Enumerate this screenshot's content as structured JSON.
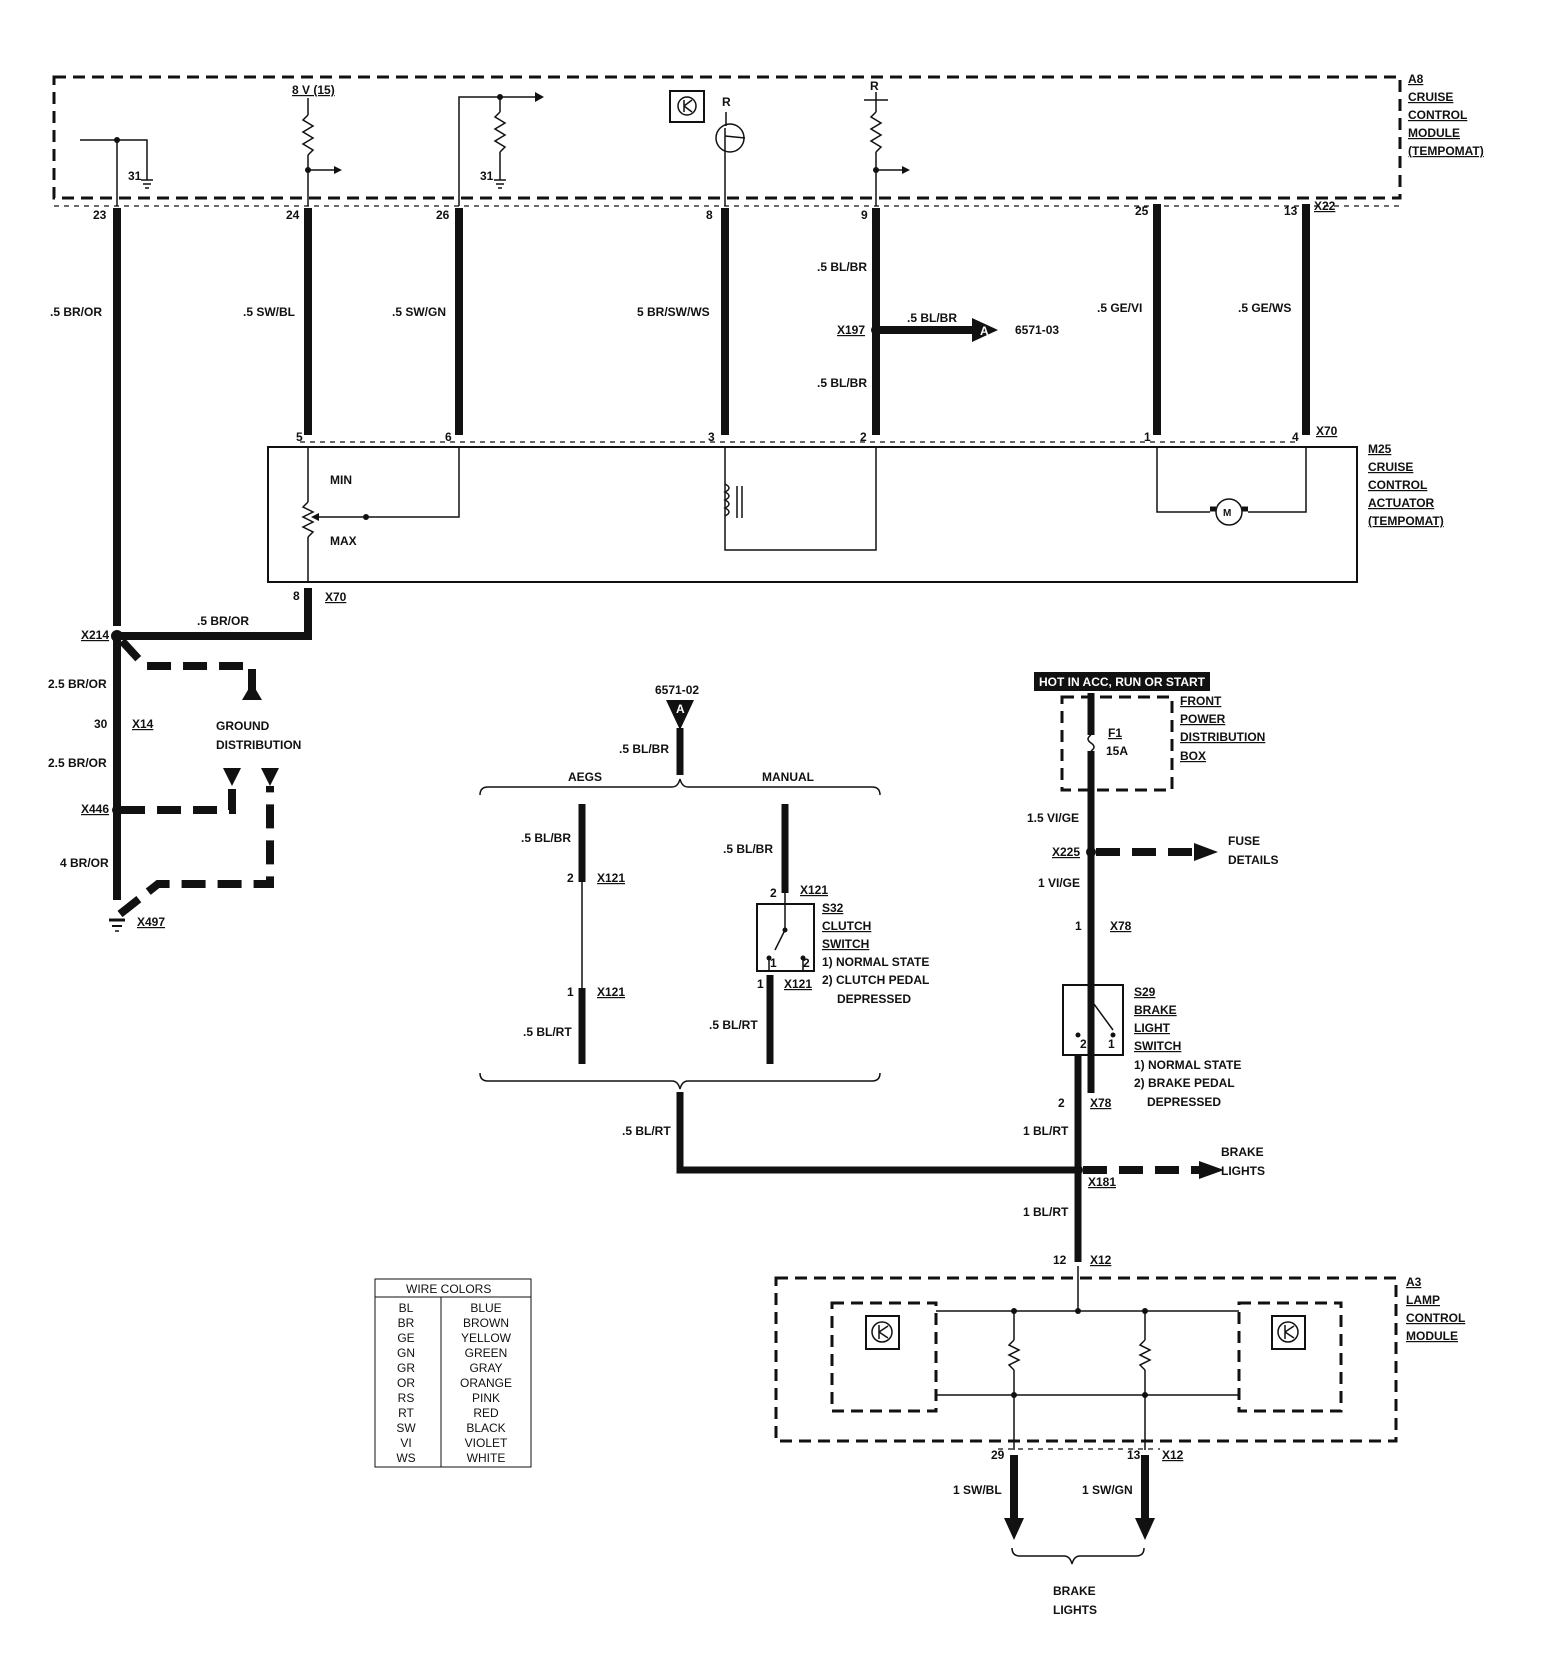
{
  "modules": {
    "a8": {
      "lines": [
        "A8",
        "CRUISE",
        "CONTROL",
        "MODULE",
        "(TEMPOMAT)"
      ]
    },
    "m25": {
      "lines": [
        "M25",
        "CRUISE",
        "CONTROL",
        "ACTUATOR",
        "(TEMPOMAT)"
      ],
      "min": "MIN",
      "max": "MAX"
    },
    "a3": {
      "lines": [
        "A3",
        "LAMP",
        "CONTROL",
        "MODULE"
      ]
    },
    "front_box": {
      "lines": [
        "FRONT",
        "POWER",
        "DISTRIBUTION",
        "BOX"
      ],
      "fuse_name": "F1",
      "fuse_rating": "15A"
    },
    "s32": {
      "lines": [
        "S32",
        "CLUTCH",
        "SWITCH"
      ],
      "notes": [
        "1) NORMAL STATE",
        "2) CLUTCH PEDAL",
        "DEPRESSED"
      ]
    },
    "s29": {
      "lines": [
        "S29",
        "BRAKE",
        "LIGHT",
        "SWITCH"
      ],
      "notes": [
        "1) NORMAL STATE",
        "2) BRAKE PEDAL",
        "DEPRESSED"
      ]
    }
  },
  "a8_internal": {
    "supply": "8 V (15)",
    "r1": "R",
    "r2": "R",
    "gnd1": "31",
    "gnd2": "31"
  },
  "pins": {
    "a8": [
      "23",
      "24",
      "26",
      "8",
      "9",
      "25",
      "13"
    ],
    "m25_top": [
      "5",
      "6",
      "3",
      "2",
      "1",
      "4"
    ],
    "m25_bottom": "8"
  },
  "connectors": {
    "x22": "X22",
    "x70_top": "X70",
    "x70_bottom": "X70",
    "x197": "X197",
    "x214": "X214",
    "x14": "X14",
    "x446": "X446",
    "x497": "X497",
    "x121": "X121",
    "x225": "X225",
    "x78": "X78",
    "x181": "X181",
    "x12": "X12"
  },
  "wires": {
    "w23": ".5 BR/OR",
    "w24": ".5 SW/BL",
    "w26": ".5 SW/GN",
    "w8": "5 BR/SW/WS",
    "w9a": ".5 BL/BR",
    "w9b": ".5 BL/BR",
    "w9h": ".5 BL/BR",
    "w25": ".5 GE/VI",
    "w13": ".5 GE/WS",
    "m25_gnd": ".5 BR/OR",
    "gnd1": "2.5 BR/OR",
    "gnd2": "2.5 BR/OR",
    "gnd3": "4 BR/OR",
    "a_in": ".5 BL/BR",
    "aegs_top": ".5 BL/BR",
    "aegs_bot": ".5 BL/RT",
    "man_top": ".5 BL/BR",
    "man_bot": ".5 BL/RT",
    "sel_out": ".5 BL/RT",
    "fuse_out": "1.5 VI/GE",
    "x225_out": "1 VI/GE",
    "s29_out": "1 BL/RT",
    "x181_out": "1 BL/RT",
    "a3_out1": "1 SW/BL",
    "a3_out2": "1 SW/GN"
  },
  "pin_labels": {
    "x14": "30",
    "aegs_p2": "2",
    "aegs_p1": "1",
    "man_p2": "2",
    "man_p1": "1",
    "s32_1": "1",
    "s32_2": "2",
    "x78_top": "1",
    "x78_bot": "2",
    "s29_2": "2",
    "s29_1": "1",
    "x12_in": "12",
    "a3_p29": "29",
    "a3_p13": "13"
  },
  "refs": {
    "to_a_page": "6571-03",
    "from_a_page": "6571-02",
    "a_letter": "A"
  },
  "labels": {
    "ground_distribution": [
      "GROUND",
      "DISTRIBUTION"
    ],
    "fuse_details": [
      "FUSE",
      "DETAILS"
    ],
    "brake_lights_right": [
      "BRAKE",
      "LIGHTS"
    ],
    "brake_lights_bottom": [
      "BRAKE",
      "LIGHTS"
    ],
    "hot_banner": "HOT IN ACC, RUN OR START",
    "aegs": "AEGS",
    "manual": "MANUAL"
  },
  "wire_colors": {
    "title": "WIRE COLORS",
    "rows": [
      [
        "BL",
        "BLUE"
      ],
      [
        "BR",
        "BROWN"
      ],
      [
        "GE",
        "YELLOW"
      ],
      [
        "GN",
        "GREEN"
      ],
      [
        "GR",
        "GRAY"
      ],
      [
        "OR",
        "ORANGE"
      ],
      [
        "RS",
        "PINK"
      ],
      [
        "RT",
        "RED"
      ],
      [
        "SW",
        "BLACK"
      ],
      [
        "VI",
        "VIOLET"
      ],
      [
        "WS",
        "WHITE"
      ]
    ]
  }
}
